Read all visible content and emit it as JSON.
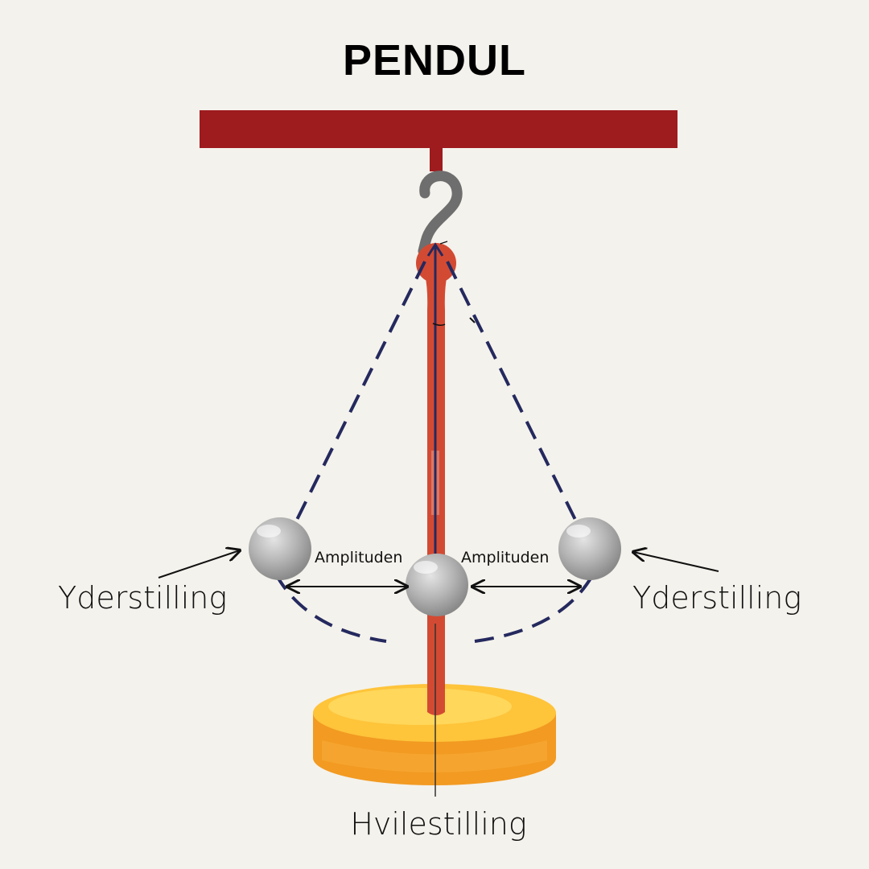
{
  "title": "PENDUL",
  "labels": {
    "left_extreme": "Yderstilling",
    "right_extreme": "Yderstilling",
    "amplitude_left": "Amplituden",
    "amplitude_right": "Amplituden",
    "rest_position": "Hvilestilling"
  },
  "colors": {
    "background": "#f4f2ec",
    "beam": "#9e1b1e",
    "rod": "#d34a33",
    "hook": "#6e6e6e",
    "path": "#24295e",
    "ball": "#b3b3b3",
    "base_top": "#fec43a",
    "base_side": "#f29a22"
  }
}
